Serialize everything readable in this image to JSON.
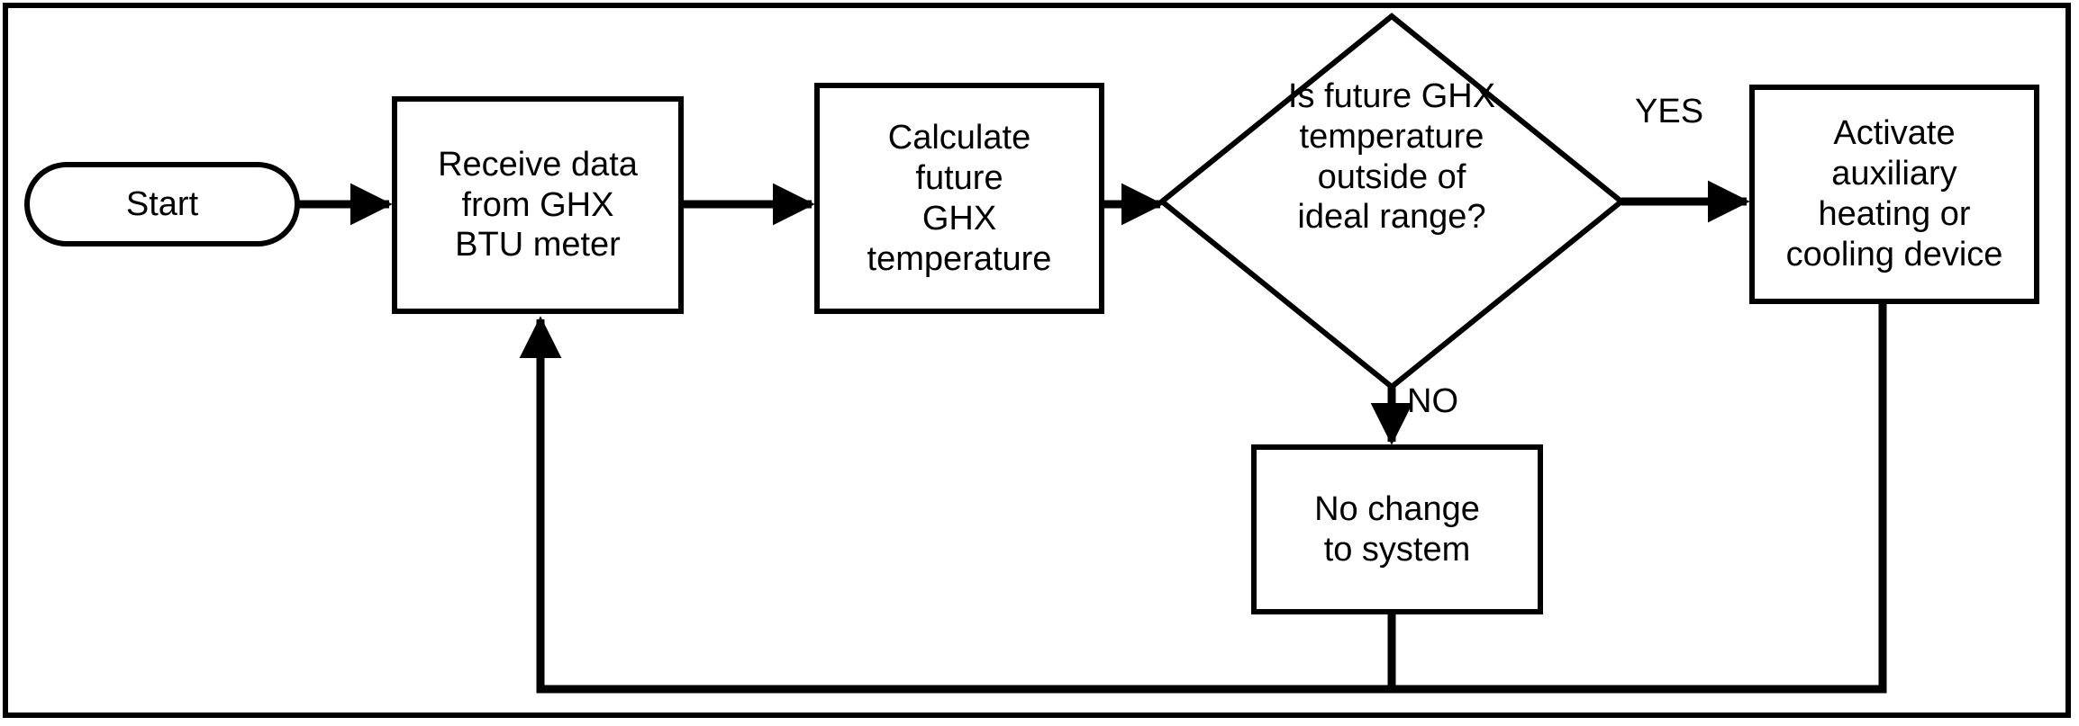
{
  "diagram": {
    "title": "GHX temperature control flowchart",
    "colors": {
      "stroke": "#000000",
      "fill": "#ffffff",
      "text": "#000000"
    },
    "nodes": [
      {
        "id": "start",
        "shape": "terminator",
        "label": "Start"
      },
      {
        "id": "receive",
        "shape": "process",
        "label": "Receive data\nfrom GHX\nBTU meter"
      },
      {
        "id": "calculate",
        "shape": "process",
        "label": "Calculate\nfuture\nGHX\ntemperature"
      },
      {
        "id": "decision",
        "shape": "decision",
        "label": "Is future GHX\ntemperature\noutside of\nideal range?"
      },
      {
        "id": "activate",
        "shape": "process",
        "label": "Activate\nauxiliary\nheating or\ncooling device"
      },
      {
        "id": "nochange",
        "shape": "process",
        "label": "No change\nto system"
      }
    ],
    "edges": [
      {
        "from": "start",
        "to": "receive",
        "label": ""
      },
      {
        "from": "receive",
        "to": "calculate",
        "label": ""
      },
      {
        "from": "calculate",
        "to": "decision",
        "label": ""
      },
      {
        "from": "decision",
        "to": "activate",
        "label": "YES"
      },
      {
        "from": "decision",
        "to": "nochange",
        "label": "NO"
      },
      {
        "from": "activate",
        "to": "receive",
        "label": ""
      },
      {
        "from": "nochange",
        "to": "receive",
        "label": ""
      }
    ]
  }
}
